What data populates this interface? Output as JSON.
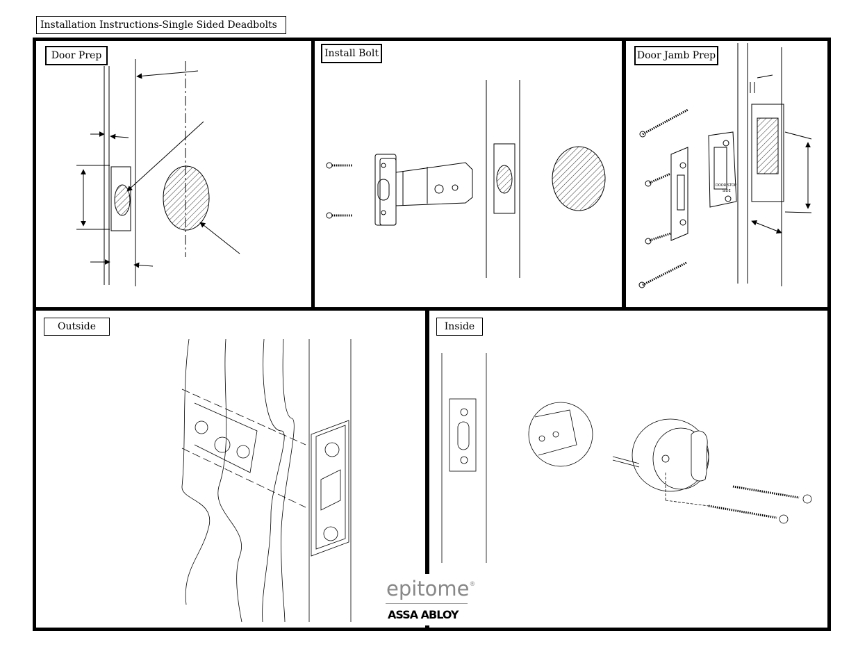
{
  "document": {
    "title": "Installation Instructions-Single Sided Deadbolts"
  },
  "panels": [
    {
      "label": "Door Prep"
    },
    {
      "label": "Install Bolt"
    },
    {
      "label": "Door Jamb Prep"
    },
    {
      "label": "Outside"
    },
    {
      "label": "Inside"
    }
  ],
  "strike_text": {
    "line1": "DOOR STOP",
    "line2": "SIDE"
  },
  "logo": {
    "product": "epitome",
    "company": "ASSA ABLOY",
    "mark": "®"
  }
}
